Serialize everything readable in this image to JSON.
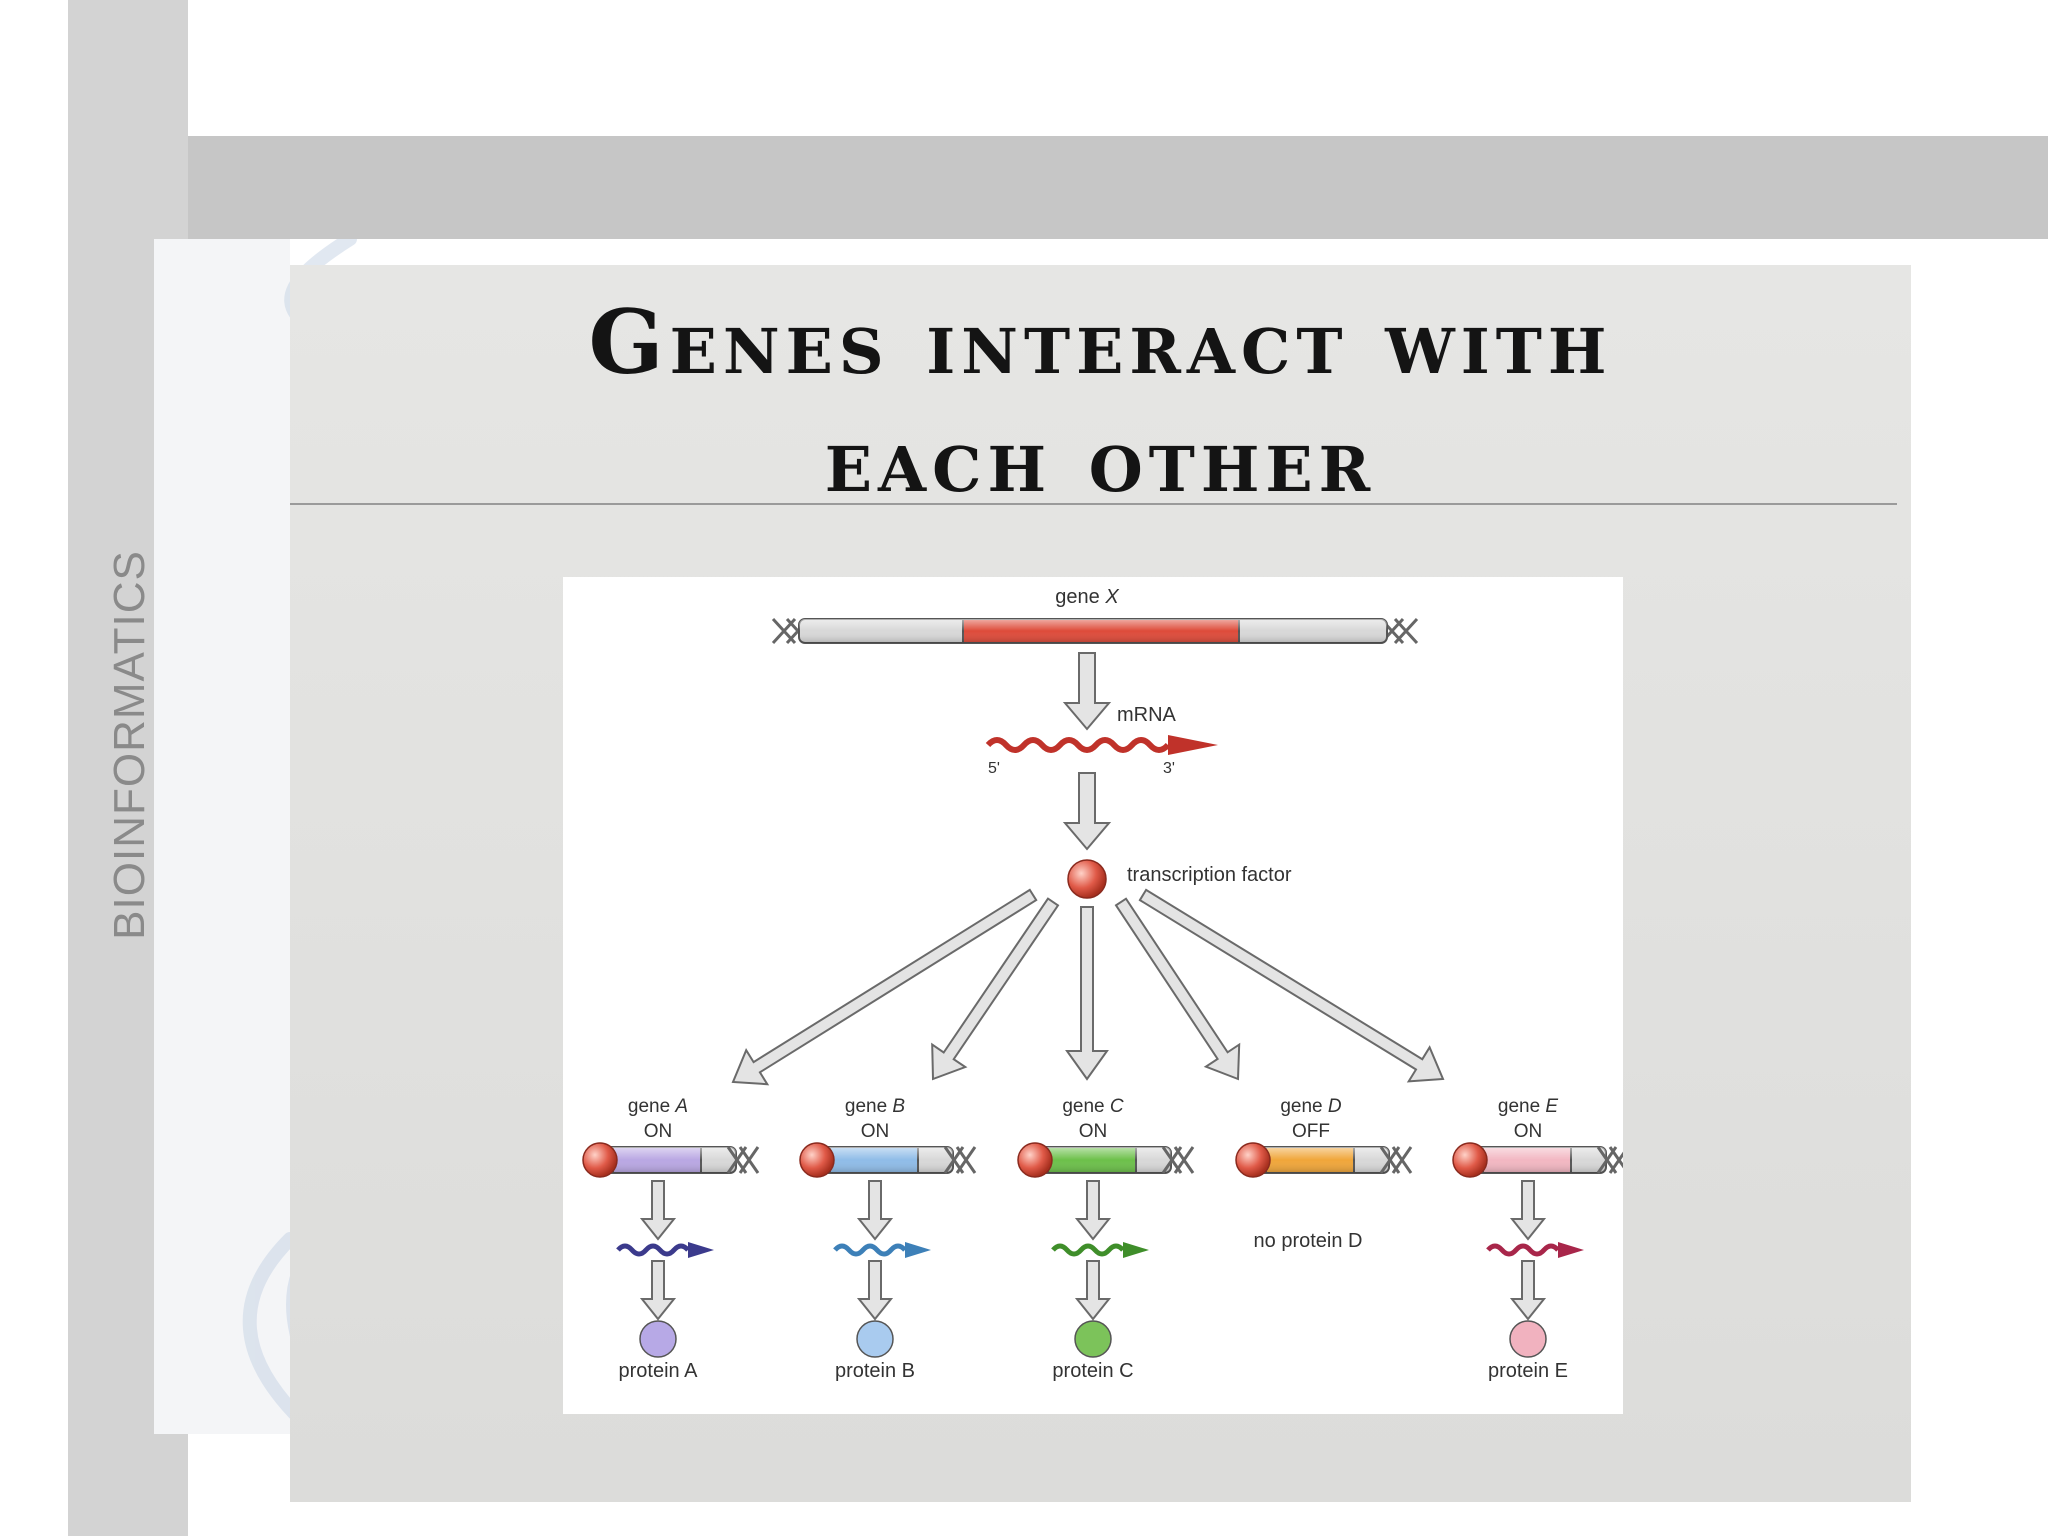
{
  "sidebar": {
    "label": "BIOINFORMATICS"
  },
  "slide": {
    "title_line1": "Genes interact with",
    "title_line2": "each other"
  },
  "figure": {
    "top_gene": {
      "label_prefix": "gene",
      "label_letter": "X"
    },
    "mrna_label": "mRNA",
    "five_prime": "5'",
    "three_prime": "3'",
    "tf_label": "transcription factor",
    "no_protein_text": "no protein D",
    "target_genes": [
      {
        "letter": "A",
        "status": "ON",
        "protein": "protein A",
        "color": "#b9a7e3",
        "mrna_color": "#3b3a8c",
        "protein_color": "#b7a9e6"
      },
      {
        "letter": "B",
        "status": "ON",
        "protein": "protein B",
        "color": "#8fbce8",
        "mrna_color": "#3d80b8",
        "protein_color": "#a9cbef"
      },
      {
        "letter": "C",
        "status": "ON",
        "protein": "protein C",
        "color": "#6cc04a",
        "mrna_color": "#3f8e2a",
        "protein_color": "#7cc35a"
      },
      {
        "letter": "D",
        "status": "OFF",
        "protein": "",
        "color": "#f0a63a",
        "mrna_color": "",
        "protein_color": ""
      },
      {
        "letter": "E",
        "status": "ON",
        "protein": "protein E",
        "color": "#f2b7c2",
        "mrna_color": "#a8264a",
        "protein_color": "#f1b2bf"
      }
    ],
    "colors": {
      "gene_x_coding": "#de4b3a",
      "dna_gray": "#d8d8d8",
      "mrna": "#c0322a",
      "tf": "#e05a48",
      "arrow_fill": "#e4e4e4",
      "arrow_stroke": "#6a6a6a"
    }
  }
}
